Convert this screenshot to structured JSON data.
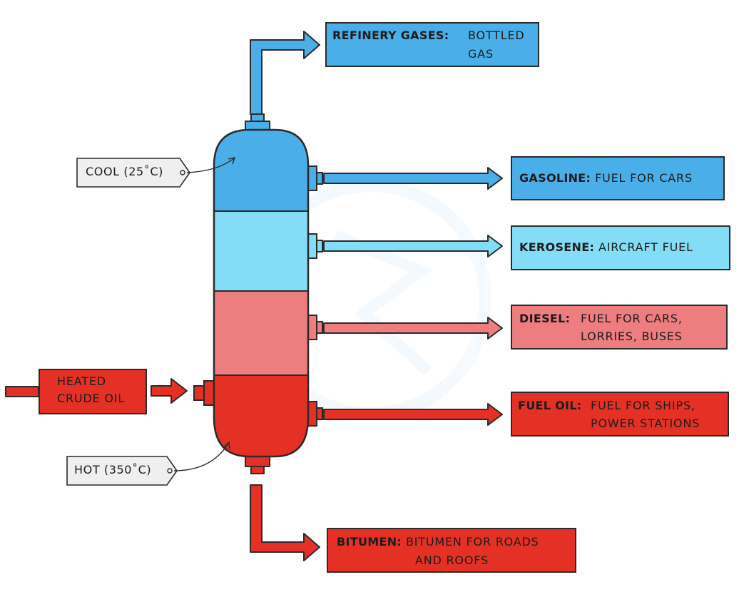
{
  "colors": {
    "top": "#4aaee8",
    "upper_mid": "#84ddf7",
    "lower_mid": "#ee7d7f",
    "bottom": "#e53125",
    "outline": "#2b2b2b",
    "tag_fill": "#efefef"
  },
  "tags": {
    "cool": "COOL (25˚C)",
    "hot": "HOT (350˚C)"
  },
  "input": {
    "line1": "HEATED",
    "line2": "CRUDE OIL"
  },
  "products": [
    {
      "name": "REFINERY  GASES",
      "use_line1": "BOTTLED",
      "use_line2": "GAS"
    },
    {
      "name": "GASOLINE",
      "use_line1": "FUEL FOR CARS",
      "use_line2": ""
    },
    {
      "name": "KEROSENE",
      "use_line1": "AIRCRAFT  FUEL",
      "use_line2": ""
    },
    {
      "name": "DIESEL",
      "use_line1": "FUEL  FOR  CARS,",
      "use_line2": "LORRIES, BUSES"
    },
    {
      "name": "FUEL  OIL",
      "use_line1": "FUEL  FOR  SHIPS,",
      "use_line2": "POWER  STATIONS"
    },
    {
      "name": "BITUMEN",
      "use_line1": "BITUMEN  FOR  ROADS",
      "use_line2": "AND  ROOFS"
    }
  ]
}
